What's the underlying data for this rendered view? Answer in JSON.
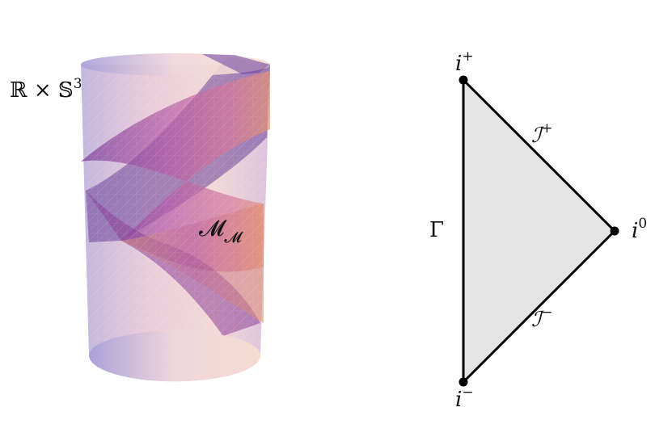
{
  "left_panel": {
    "space_label_base": "ℝ × 𝕊",
    "space_label_sup": "3",
    "region_label_base": "𝓜",
    "region_label_sub": "𝓜"
  },
  "right_panel": {
    "top_vertex_base": "i",
    "top_vertex_sup": "+",
    "bottom_vertex_base": "i",
    "bottom_vertex_sup": "−",
    "right_vertex_base": "i",
    "right_vertex_sup": "0",
    "upper_edge_base": "ℐ",
    "upper_edge_sup": "+",
    "lower_edge_base": "ℐ",
    "lower_edge_sup": "−",
    "left_edge_label": "Γ"
  },
  "colors": {
    "cylinder_light": "#e8c8d8",
    "band_purple": "#8a3f9a",
    "band_orange": "#d98a6a",
    "band_blue": "#5a3c9a",
    "diagram_fill": "#e5e5e5",
    "stroke": "#000000"
  }
}
